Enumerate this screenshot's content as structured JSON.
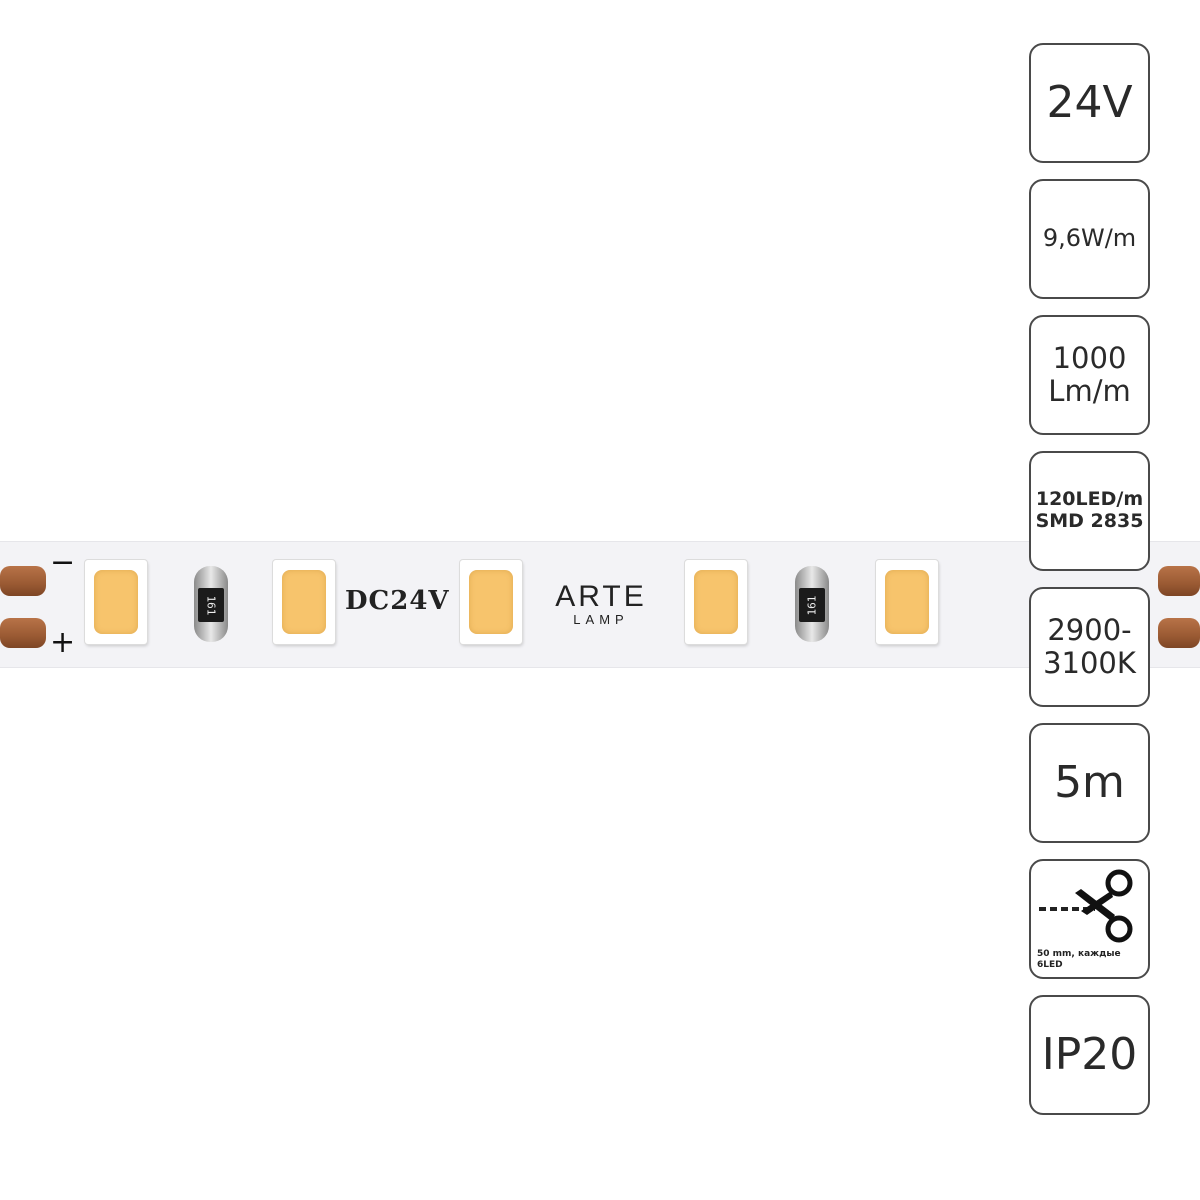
{
  "strip": {
    "minus_sign": "−",
    "plus_sign": "+",
    "voltage_marking": "DC24V",
    "resistor_code_1": "161",
    "resistor_code_2": "161",
    "brand_main": "ARTE",
    "brand_sub": "LAMP",
    "chip_color": "#f7c46c",
    "pad_color": "#9a5a33"
  },
  "specs": [
    {
      "lines": [
        "24V"
      ]
    },
    {
      "lines": [
        "9,6W/m"
      ]
    },
    {
      "lines": [
        "1000",
        "Lm/m"
      ]
    },
    {
      "lines": [
        "120LED/m",
        "SMD 2835"
      ]
    },
    {
      "lines": [
        "2900-",
        "3100K"
      ]
    },
    {
      "lines": [
        "5m"
      ]
    },
    {
      "icon": "scissors-cut-icon",
      "note": "50 mm, каждые 6LED"
    },
    {
      "lines": [
        "IP20"
      ]
    }
  ]
}
